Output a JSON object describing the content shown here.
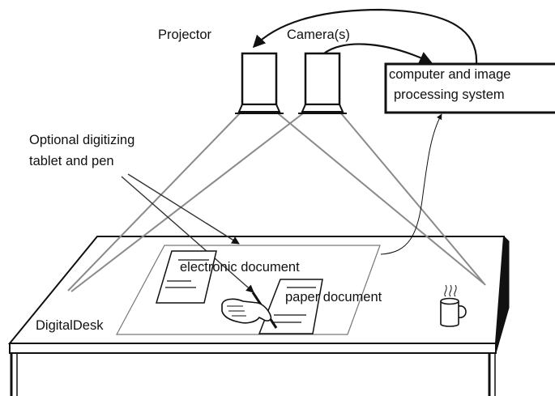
{
  "labels": {
    "projector": "Projector",
    "cameras": "Camera(s)",
    "computer_line1": "computer and image",
    "computer_line2": "processing system",
    "tablet_line1": "Optional digitizing",
    "tablet_line2": "tablet and pen",
    "electronic_document": "electronic document",
    "paper_document": "paper document",
    "digitaldesk": "DigitalDesk"
  },
  "colors": {
    "stroke": "#111111",
    "beam": "#8a8a8a",
    "background": "#ffffff"
  },
  "icons": [
    "projector-icon",
    "camera-icon",
    "hand-with-pen-icon",
    "coffee-mug-icon"
  ]
}
